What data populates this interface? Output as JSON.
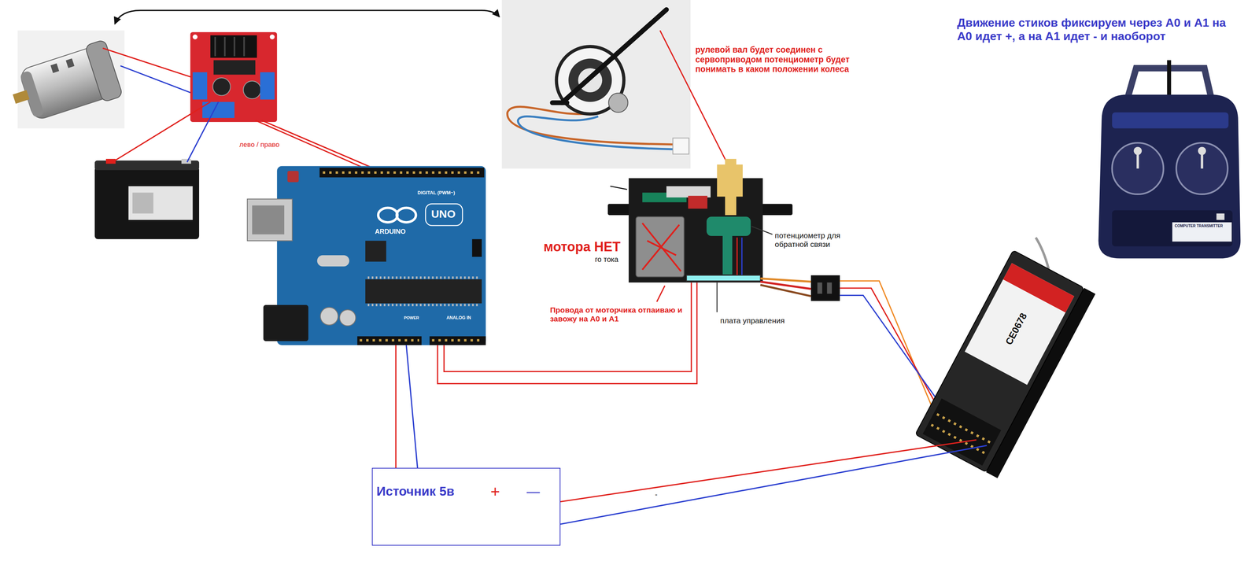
{
  "diagram": {
    "nodes": [
      {
        "text": [
          "DIGITAL (PWM~)",
          "UNO",
          "ARDUINO",
          "POWER",
          "ANALOG IN"
        ]
      },
      {
        "text": [
          "COMPUTER TRANSMITTER"
        ]
      },
      {
        "text": [
          "CE0678"
        ]
      },
      {
        "text": [
          "Источник 5в",
          "+",
          "—"
        ]
      }
    ],
    "edges": [
      {
        "from": 3,
        "to": 0,
        "arrow": "none"
      },
      {
        "from": 3,
        "to": 0,
        "arrow": "none"
      },
      {
        "from": 3,
        "to": 2,
        "arrow": "none"
      },
      {
        "from": 3,
        "to": 2,
        "arrow": "none"
      }
    ],
    "labels": [
      "рулевой вал будет соединен с сервоприводом потенциометр будет понимать в каком положении колеса",
      "Движение стиков фиксируем через A0 и A1 на A0 идет +, а на A1 идет - и наоборот",
      "лево / право",
      "потенциометр для обратной связи",
      "мотора НЕТ",
      "го тока",
      "Провода от моторчика отпаиваю и завожу на A0 и A1",
      "плата управления",
      "-"
    ]
  }
}
